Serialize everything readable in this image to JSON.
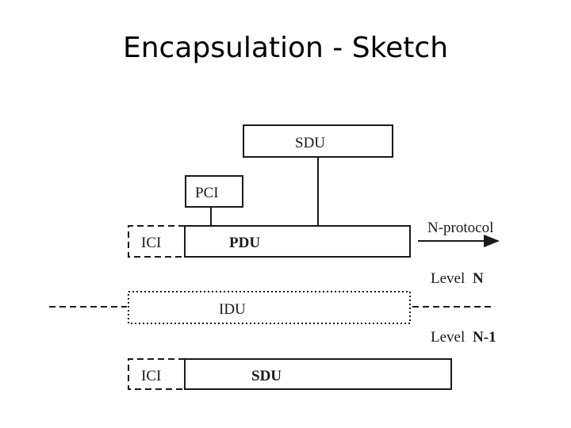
{
  "title": "Encapsulation - Sketch",
  "boxes": {
    "sdu_top": "SDU",
    "pci": "PCI",
    "ici_top": "ICI",
    "pdu": "PDU",
    "idu": "IDU",
    "ici_bottom": "ICI",
    "sdu_bottom": "SDU"
  },
  "arrow_label": "N-protocol",
  "level_n": {
    "prefix": "Level",
    "suffix": "N"
  },
  "level_n1": {
    "prefix": "Level",
    "suffix": "N-1"
  },
  "colors": {
    "line": "#1a1a1a",
    "background": "#ffffff"
  }
}
